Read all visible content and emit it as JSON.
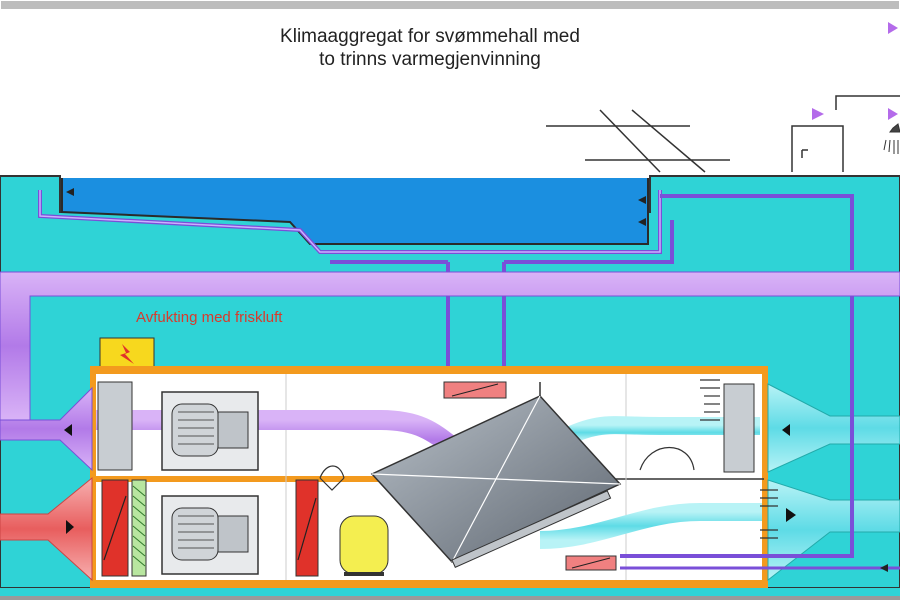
{
  "diagram": {
    "title_line_1": "Klimaaggregat for svømmehall med",
    "title_line_2": "to trinns varmegjenvinning",
    "mode_label": "Avfukting med friskluft"
  },
  "colors": {
    "hall_background": "#2fd3d6",
    "pool_water": "#1b8fe0",
    "supply_air": "#c98cf0",
    "exhaust_air": "#f07a7a",
    "fresh_air": "#7ee6ee",
    "casing_frame": "#f39a1e",
    "heater_coil": "#e0322a",
    "warning_box": "#f7d81e",
    "tank": "#f4ee50",
    "heat_exchanger": "#8a939c"
  }
}
